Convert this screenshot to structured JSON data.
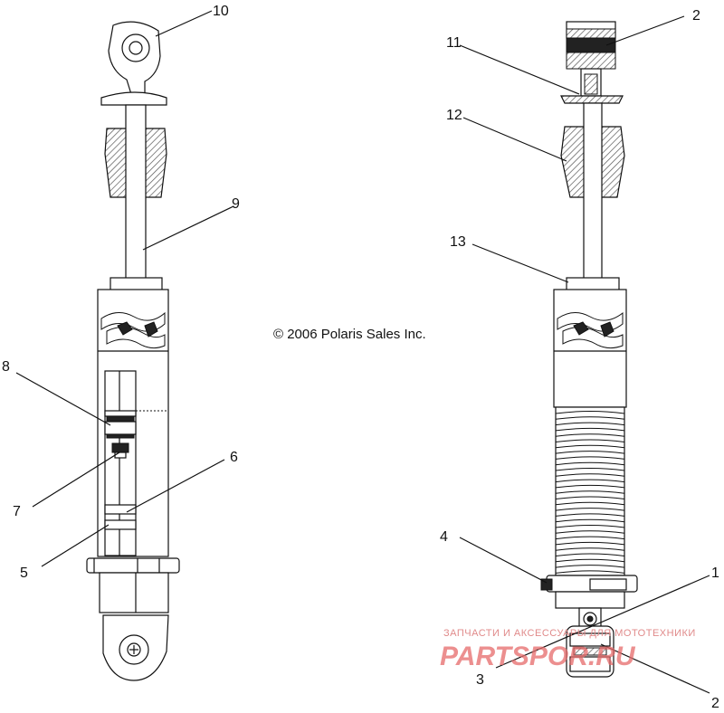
{
  "copyright": "© 2006 Polaris Sales Inc.",
  "watermark": {
    "top_line": "ЗАПЧАСТИ И АКСЕССУАРЫ ДЛЯ МОТОТЕХНИКИ",
    "logo_text": "PARTSPOR.RU"
  },
  "callouts": {
    "c10": "10",
    "c9": "9",
    "c8": "8",
    "c7": "7",
    "c6": "6",
    "c5": "5",
    "c2top": "2",
    "c11": "11",
    "c12": "12",
    "c13": "13",
    "c4": "4",
    "c1": "1",
    "c3": "3",
    "c2bottom": "2"
  },
  "colors": {
    "line": "#111111",
    "hatch": "#555555",
    "watermark": "#e66a6a"
  }
}
